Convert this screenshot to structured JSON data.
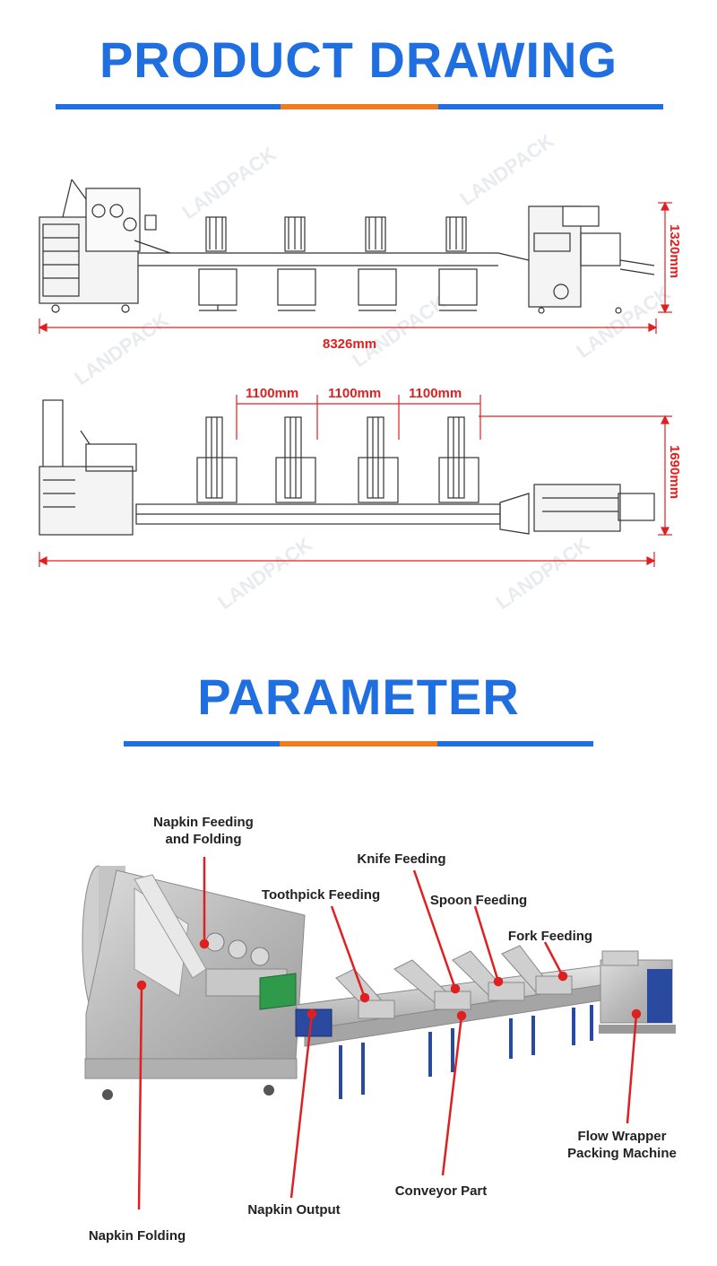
{
  "section1": {
    "title": "PRODUCT DRAWING"
  },
  "section2": {
    "title": "PARAMETER"
  },
  "drawing": {
    "top_view": {
      "length_label": "8326mm",
      "height_label": "1320mm"
    },
    "front_view": {
      "spacing_labels": [
        "1100mm",
        "1100mm",
        "1100mm"
      ],
      "width_label": "1690mm"
    }
  },
  "machine_labels": {
    "napkin_feeding_folding": [
      "Napkin Feeding",
      "and Folding"
    ],
    "toothpick_feeding": "Toothpick Feeding",
    "knife_feeding": "Knife Feeding",
    "spoon_feeding": "Spoon Feeding",
    "fork_feeding": "Fork Feeding",
    "flow_wrapper": [
      "Flow Wrapper",
      "Packing Machine"
    ],
    "conveyor_part": "Conveyor Part",
    "napkin_output": "Napkin Output",
    "napkin_folding": "Napkin Folding"
  },
  "colors": {
    "title_blue": "#1f6fe0",
    "accent_orange": "#f07c1e",
    "dimension_red": "#e02020",
    "pointer_red": "#e02020"
  }
}
